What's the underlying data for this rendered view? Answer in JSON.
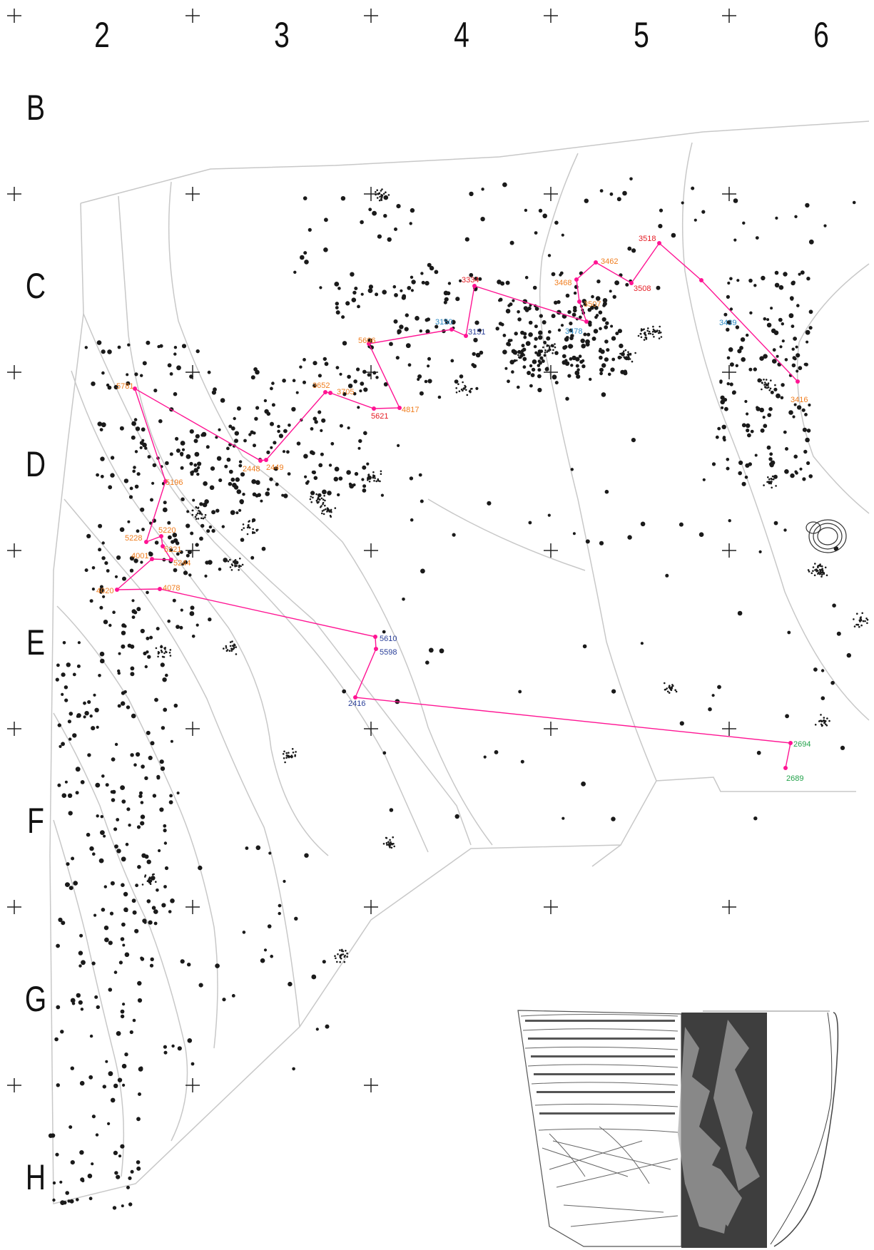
{
  "grid": {
    "columns": [
      {
        "label": "2"
      },
      {
        "label": "3"
      },
      {
        "label": "4"
      },
      {
        "label": "5"
      },
      {
        "label": "6"
      }
    ],
    "rows": [
      {
        "label": "B"
      },
      {
        "label": "C"
      },
      {
        "label": "D"
      },
      {
        "label": "E"
      },
      {
        "label": "F"
      },
      {
        "label": "G"
      },
      {
        "label": "H"
      }
    ]
  },
  "colors": {
    "route_line": "#ff1493",
    "orange_label": "#f07d1e",
    "red_label": "#e51c24",
    "light_blue_label": "#2b8bc6",
    "dark_blue_label": "#2a3f99",
    "green_label": "#22a24a",
    "contour": "#c8c8c8",
    "artifact_dot": "#1a1a1a"
  },
  "numbered_points": [
    {
      "id": "2689",
      "color": "green"
    },
    {
      "id": "2694",
      "color": "green"
    },
    {
      "id": "2416",
      "color": "dark-blue"
    },
    {
      "id": "5598",
      "color": "dark-blue"
    },
    {
      "id": "5610",
      "color": "dark-blue"
    },
    {
      "id": "4078",
      "color": "orange"
    },
    {
      "id": "4020",
      "color": "orange"
    },
    {
      "id": "4001",
      "color": "orange"
    },
    {
      "id": "5244",
      "color": "orange"
    },
    {
      "id": "5221",
      "color": "orange"
    },
    {
      "id": "5220",
      "color": "orange"
    },
    {
      "id": "5228",
      "color": "orange"
    },
    {
      "id": "5196",
      "color": "orange"
    },
    {
      "id": "5781",
      "color": "orange"
    },
    {
      "id": "2448",
      "color": "orange"
    },
    {
      "id": "2449",
      "color": "orange"
    },
    {
      "id": "3652",
      "color": "orange"
    },
    {
      "id": "3705",
      "color": "orange"
    },
    {
      "id": "5621",
      "color": "red"
    },
    {
      "id": "4817",
      "color": "orange"
    },
    {
      "id": "5606",
      "color": "orange"
    },
    {
      "id": "3150",
      "color": "light-blue"
    },
    {
      "id": "3151",
      "color": "dark-blue"
    },
    {
      "id": "3334",
      "color": "red"
    },
    {
      "id": "3478",
      "color": "light-blue"
    },
    {
      "id": "3507",
      "color": "orange"
    },
    {
      "id": "3468",
      "color": "orange"
    },
    {
      "id": "3462",
      "color": "orange"
    },
    {
      "id": "3508",
      "color": "red"
    },
    {
      "id": "3518",
      "color": "red"
    },
    {
      "id": "3439",
      "color": "light-blue"
    },
    {
      "id": "3416",
      "color": "orange"
    }
  ]
}
